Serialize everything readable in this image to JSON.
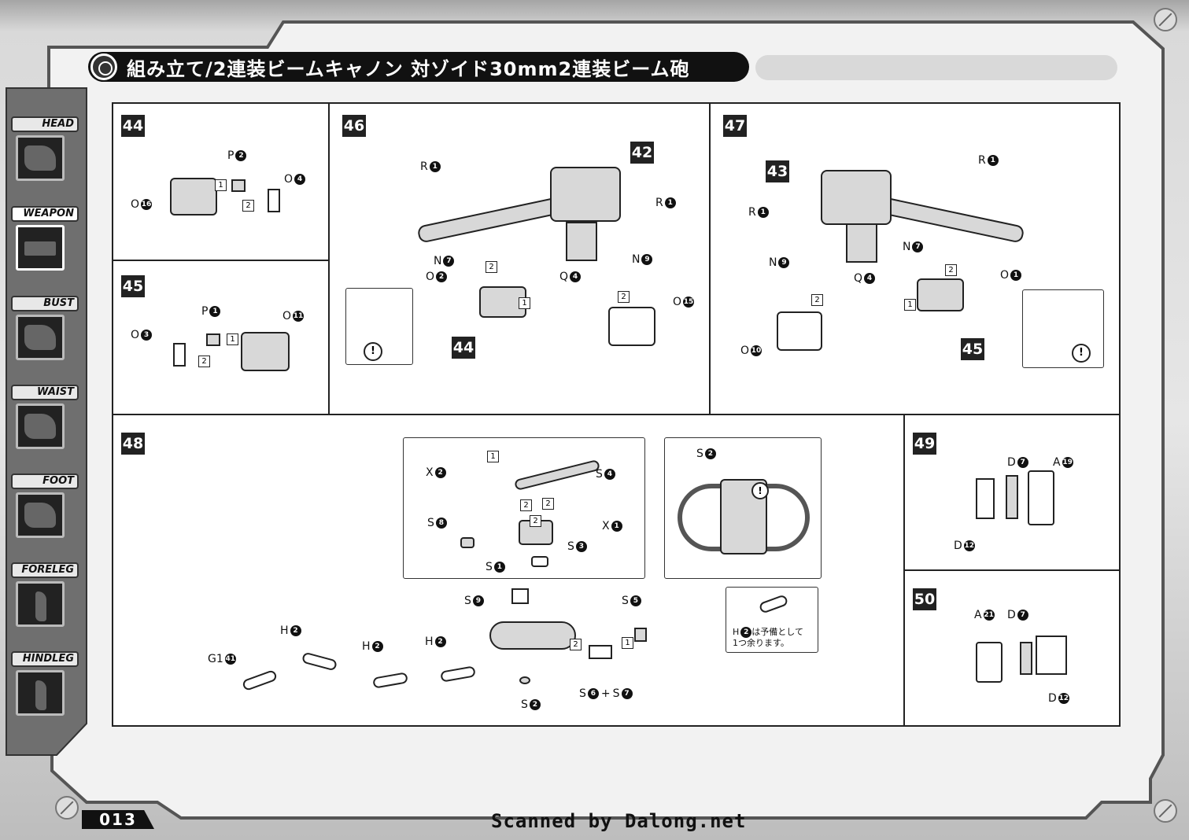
{
  "title": "組み立て/2連装ビームキャノン 対ゾイド30mm2連装ビーム砲",
  "side_tabs": [
    {
      "label": "HEAD",
      "icon": "head-icon",
      "active": false
    },
    {
      "label": "WEAPON",
      "icon": "weapon-icon",
      "active": true
    },
    {
      "label": "BUST",
      "icon": "bust-icon",
      "active": false
    },
    {
      "label": "WAIST",
      "icon": "waist-icon",
      "active": false
    },
    {
      "label": "FOOT",
      "icon": "foot-icon",
      "active": false
    },
    {
      "label": "FORELEG",
      "icon": "foreleg-icon",
      "active": false
    },
    {
      "label": "HINDLEG",
      "icon": "hindleg-icon",
      "active": false
    }
  ],
  "steps": {
    "s44": {
      "number": "44",
      "labels": [
        "P",
        "O",
        "O"
      ],
      "nums": [
        "2",
        "16",
        "4"
      ],
      "sub": [
        "1",
        "2"
      ]
    },
    "s45": {
      "number": "45",
      "labels": [
        "P",
        "O",
        "O"
      ],
      "nums": [
        "1",
        "3",
        "11"
      ],
      "sub": [
        "1",
        "2"
      ]
    },
    "s46": {
      "number": "46",
      "ref_top": "42",
      "ref_bottom": "44",
      "labels": [
        "R",
        "R",
        "N",
        "O",
        "N",
        "Q",
        "O"
      ],
      "nums": [
        "1",
        "1",
        "7",
        "2",
        "9",
        "4",
        "15"
      ],
      "sub": [
        "1",
        "2",
        "2"
      ]
    },
    "s47": {
      "number": "47",
      "ref_top": "43",
      "ref_bottom": "45",
      "labels": [
        "R",
        "R",
        "N",
        "N",
        "Q",
        "O",
        "O"
      ],
      "nums": [
        "1",
        "1",
        "9",
        "7",
        "4",
        "1",
        "10"
      ],
      "sub": [
        "1",
        "2",
        "2"
      ]
    },
    "s48": {
      "number": "48",
      "detail_labels": [
        "X",
        "S",
        "S",
        "X",
        "S",
        "S"
      ],
      "detail_nums": [
        "2",
        "4",
        "8",
        "1",
        "3",
        "1"
      ],
      "inset_label": "S",
      "inset_num": "2",
      "main_labels": [
        "S",
        "S",
        "G1",
        "H",
        "H",
        "H",
        "S",
        "S",
        "S"
      ],
      "main_nums": [
        "9",
        "5",
        "41",
        "2",
        "2",
        "2",
        "2",
        "6",
        "7"
      ],
      "plus": "+",
      "note_h_label": "H",
      "note_h_num": "2",
      "note_line1": "は予備として",
      "note_line2": "1つ余ります。",
      "sub": [
        "1",
        "2",
        "2",
        "2",
        "1",
        "2"
      ]
    },
    "s49": {
      "number": "49",
      "labels": [
        "D",
        "A",
        "D"
      ],
      "nums": [
        "7",
        "19",
        "12"
      ]
    },
    "s50": {
      "number": "50",
      "labels": [
        "A",
        "D",
        "D"
      ],
      "nums": [
        "21",
        "7",
        "12"
      ]
    }
  },
  "footer": {
    "page_number": "013",
    "scan_credit": "Scanned by Dalong.net"
  },
  "colors": {
    "frame": "#6a6a6a",
    "panel_border": "#222222",
    "badge": "#222222"
  }
}
